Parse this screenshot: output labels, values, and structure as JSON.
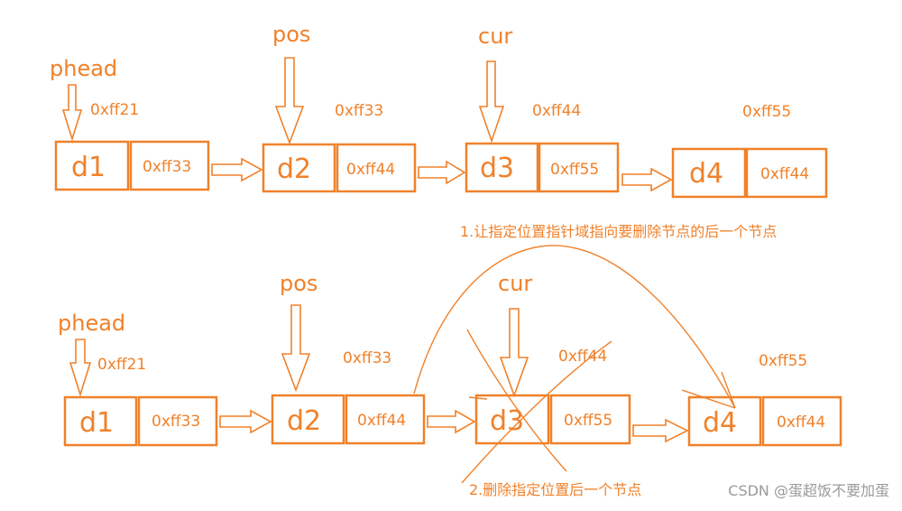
{
  "colors": {
    "accent": "#f0812a",
    "watermark": "#9a9a9a"
  },
  "top": {
    "labels": {
      "phead": "phead",
      "pos": "pos",
      "cur": "cur"
    },
    "nodes": [
      {
        "data": "d1",
        "next": "0xff33",
        "addr": "0xff21"
      },
      {
        "data": "d2",
        "next": "0xff44",
        "addr": "0xff33"
      },
      {
        "data": "d3",
        "next": "0xff55",
        "addr": "0xff44"
      },
      {
        "data": "d4",
        "next": "0xff44",
        "addr": "0xff55"
      }
    ],
    "caption": "1.让指定位置指针域指向要删除节点的后一个节点"
  },
  "bottom": {
    "labels": {
      "phead": "phead",
      "pos": "pos",
      "cur": "cur"
    },
    "nodes": [
      {
        "data": "d1",
        "next": "0xff33",
        "addr": "0xff21"
      },
      {
        "data": "d2",
        "next": "0xff44",
        "addr": "0xff33"
      },
      {
        "data": "d3",
        "next": "0xff55",
        "addr": "0xff44"
      },
      {
        "data": "d4",
        "next": "0xff44",
        "addr": "0xff55"
      }
    ],
    "caption": "2.删除指定位置后一个节点"
  },
  "watermark": "CSDN @蛋超饭不要加蛋"
}
